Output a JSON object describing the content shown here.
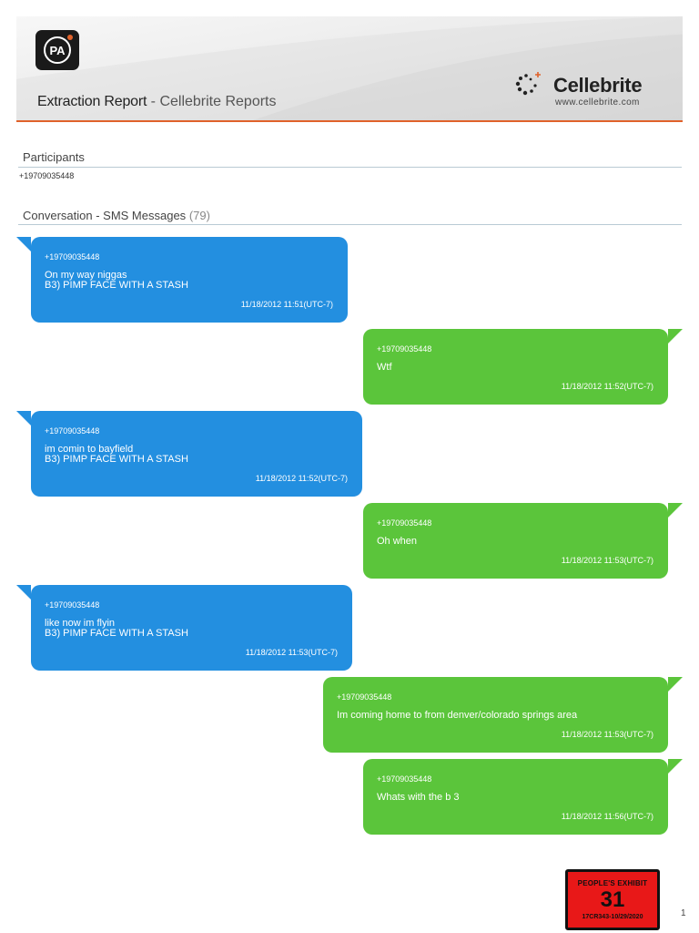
{
  "header": {
    "logo_text": "PA",
    "title_bold": "Extraction Report",
    "title_rest": " - Cellebrite Reports",
    "brand_name": "Cellebrite",
    "brand_url": "www.cellebrite.com",
    "accent_color": "#e0622b"
  },
  "participants": {
    "heading": "Participants",
    "items": [
      "+19709035448"
    ]
  },
  "conversation": {
    "heading": "Conversation - SMS Messages",
    "count": "(79)",
    "messages": [
      {
        "direction": "incoming",
        "sender": "+19709035448",
        "body": "On my way niggas\nB3) PIMP FACE WITH A STASH",
        "time": "11/18/2012 11:51(UTC-7)"
      },
      {
        "direction": "outgoing",
        "sender": "+19709035448",
        "body": "Wtf",
        "time": "11/18/2012 11:52(UTC-7)"
      },
      {
        "direction": "incoming",
        "sender": "+19709035448",
        "body": "im comin to bayfield\nB3) PIMP FACE WITH A STASH",
        "time": "11/18/2012 11:52(UTC-7)"
      },
      {
        "direction": "outgoing",
        "sender": "+19709035448",
        "body": "Oh when",
        "time": "11/18/2012 11:53(UTC-7)"
      },
      {
        "direction": "incoming",
        "sender": "+19709035448",
        "body": "like now im flyin\nB3) PIMP FACE WITH A STASH",
        "time": "11/18/2012 11:53(UTC-7)"
      },
      {
        "direction": "outgoing",
        "sender": "+19709035448",
        "body": "Im coming home to from denver/colorado springs area",
        "time": "11/18/2012 11:53(UTC-7)"
      },
      {
        "direction": "outgoing",
        "sender": "+19709035448",
        "body": "Whats with the b 3",
        "time": "11/18/2012 11:56(UTC-7)"
      }
    ],
    "incoming_color": "#238fe0",
    "outgoing_color": "#5bc53b"
  },
  "exhibit": {
    "label": "PEOPLE'S EXHIBIT",
    "number": "31",
    "case": "17CR343-10/29/2020",
    "color": "#e81818"
  },
  "page_number": "1"
}
